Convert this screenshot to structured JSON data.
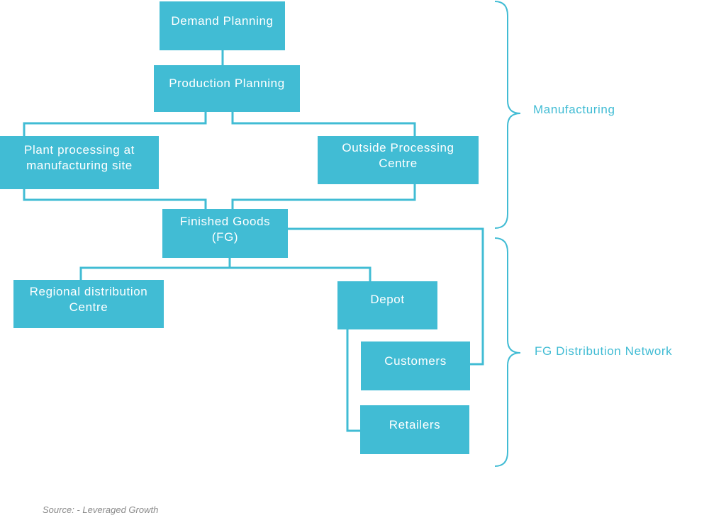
{
  "nodes": {
    "demand_planning": "Demand Planning",
    "production_planning": "Production Planning",
    "plant_processing": "Plant processing at\nmanufacturing site",
    "outside_processing": "Outside Processing\nCentre",
    "finished_goods": "Finished Goods\n(FG)",
    "regional_distribution": "Regional distribution\nCentre",
    "depot": "Depot",
    "customers": "Customers",
    "retailers": "Retailers"
  },
  "groups": {
    "manufacturing": "Manufacturing",
    "fg_distribution": "FG Distribution Network"
  },
  "source": "Source: - Leveraged Growth",
  "colors": {
    "box": "#41bcd4",
    "box_text": "#ffffff",
    "group_text": "#41bcd4",
    "source_text": "#8a8a8a"
  }
}
